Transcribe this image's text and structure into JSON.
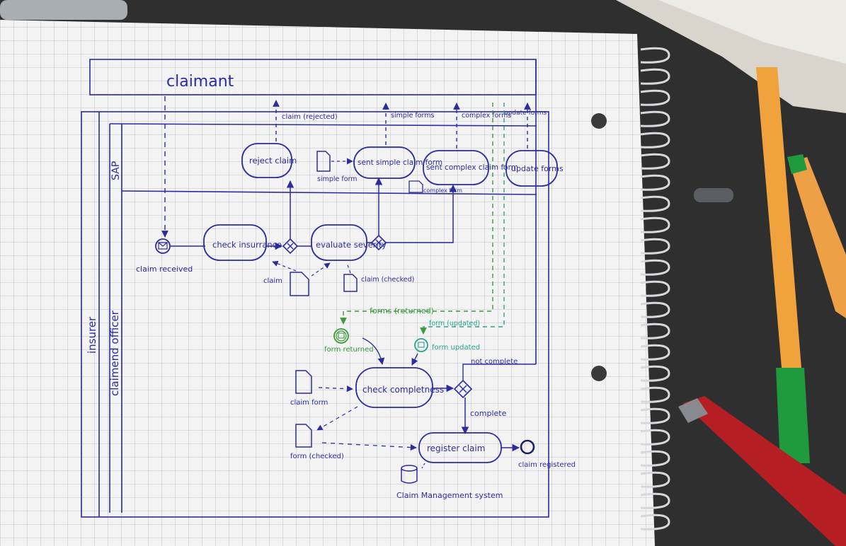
{
  "colors": {
    "ink": "#2b2d9e",
    "green": "#3c9a3c",
    "teal": "#2aa38c",
    "paper": "#f2f2f3",
    "grid": "#b9bcc4",
    "desk": "#333333"
  },
  "pools": {
    "claimant": "claimant",
    "insurer": "insurer",
    "claims_officer": "claimend officer",
    "sap": "SAP"
  },
  "events": {
    "claim_received": "claim received",
    "form_returned": "form returned",
    "form_updated": "form updated",
    "claim_registered": "claim registered"
  },
  "tasks": {
    "reject_claim": "reject claim",
    "sent_simple": "sent simple claim form",
    "sent_complex": "sent complex claim form",
    "update_forms": "update forms",
    "check_insurance": "check insurrance",
    "evaluate_severity": "evaluate severity",
    "check_completeness": "check completness",
    "register_claim": "register claim"
  },
  "data_objects": {
    "simple_form": "simple form",
    "complex_form": "complex form",
    "claim": "claim",
    "claim_checked": "claim (checked)",
    "claim_form": "claim form",
    "form_checked": "form (checked)",
    "claim_system": "Claim Management system"
  },
  "flows": {
    "claim_rejected": "claim (rejected)",
    "simple_forms": "simple forms",
    "complex_forms": "complex forms",
    "update_forms": "update forms",
    "forms_returned": "forms (returned)",
    "form_updated": "form (updated)",
    "not_complete": "not complete",
    "complete": "complete"
  }
}
